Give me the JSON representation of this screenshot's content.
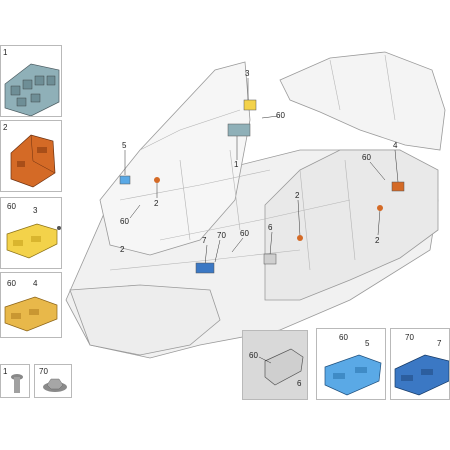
{
  "callouts": {
    "main": [
      {
        "id": "3",
        "text": "3"
      },
      {
        "id": "60a",
        "text": "60"
      },
      {
        "id": "1",
        "text": "1"
      },
      {
        "id": "5",
        "text": "5"
      },
      {
        "id": "2a",
        "text": "2"
      },
      {
        "id": "60b",
        "text": "60"
      },
      {
        "id": "4",
        "text": "4"
      },
      {
        "id": "60c",
        "text": "60"
      },
      {
        "id": "2b",
        "text": "2"
      },
      {
        "id": "2c",
        "text": "2"
      },
      {
        "id": "2d",
        "text": "2"
      },
      {
        "id": "6",
        "text": "6"
      },
      {
        "id": "7",
        "text": "7"
      },
      {
        "id": "70",
        "text": "70"
      },
      {
        "id": "60d",
        "text": "60"
      }
    ]
  },
  "panels": {
    "switch_panel_label": "1",
    "orange_module_label": "2",
    "yellow_module_a": {
      "part": "3",
      "screw": "60"
    },
    "yellow_module_b": {
      "part": "4",
      "screw": "60"
    },
    "bolt_label": "1",
    "nut_label": "70",
    "gray_module": {
      "screw": "60",
      "part": "6"
    },
    "blue_module_5": {
      "screw": "60",
      "part": "5"
    },
    "blue_module_7": {
      "nut": "70",
      "part": "7"
    }
  },
  "colors": {
    "yellow": "#f3d24a",
    "orange": "#d46a26",
    "blue_light": "#5aa9e6",
    "blue_dark": "#3b78c4",
    "switch_gray": "#8fb0b8",
    "outline": "#9a9a9a"
  }
}
